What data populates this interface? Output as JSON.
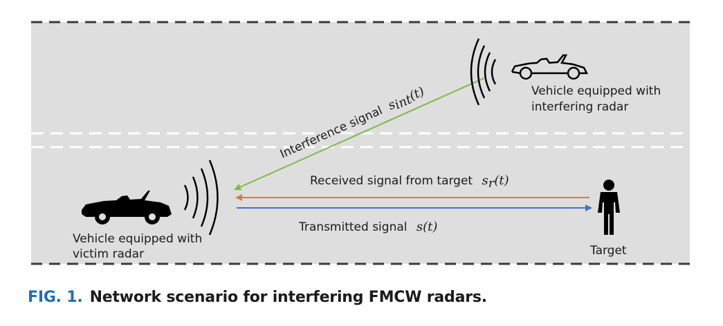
{
  "scene": {
    "interference_label": "Interference signal",
    "interference_symbol": "s",
    "interference_sub": "int",
    "interference_arg": "(t)",
    "received_label": "Received signal from target",
    "received_symbol": "s",
    "received_sub": "r",
    "received_arg": "(t)",
    "transmitted_label": "Transmitted signal",
    "transmitted_symbol": "s(t)",
    "interferer_line1": "Vehicle equipped with",
    "interferer_line2": "interfering radar",
    "victim_line1": "Vehicle equipped with",
    "victim_line2": "victim radar",
    "target_label": "Target"
  },
  "colors": {
    "road": "#dedede",
    "interference": "#7fb84a",
    "received": "#e07b39",
    "transmitted": "#4472c4",
    "caption_accent": "#1f6fb5"
  },
  "caption": {
    "figure": "FIG. 1.",
    "text": "Network scenario for interfering FMCW radars."
  }
}
